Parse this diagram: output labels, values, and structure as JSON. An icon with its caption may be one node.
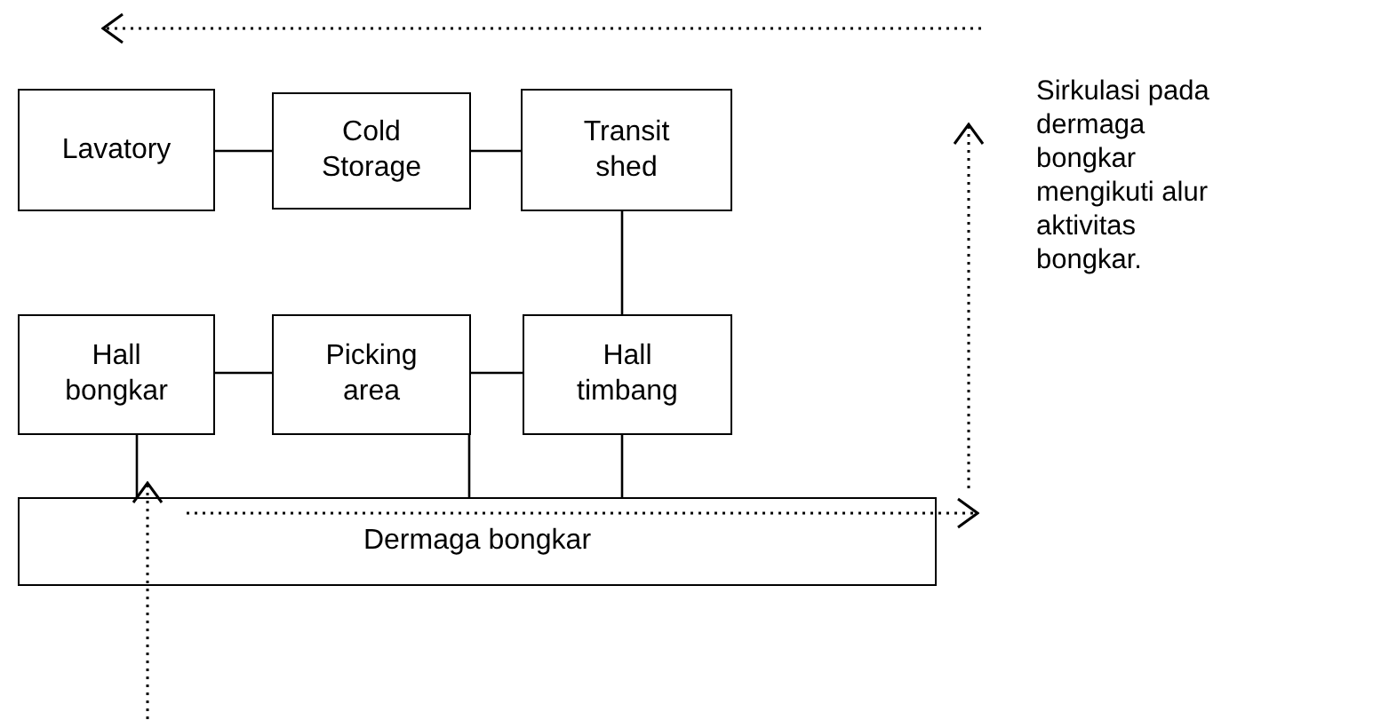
{
  "diagram": {
    "nodes": [
      {
        "text": [
          "Lavatory"
        ]
      },
      {
        "text": [
          "Cold Storage"
        ]
      },
      {
        "text": [
          "Transit shed"
        ]
      },
      {
        "text": [
          "Hall bongkar"
        ]
      },
      {
        "text": [
          "Picking area"
        ]
      },
      {
        "text": [
          "Hall timbang"
        ]
      },
      {
        "text": [
          "Dermaga bongkar"
        ]
      }
    ],
    "edges": [
      {
        "from": 0,
        "to": 1,
        "arrow": "none"
      },
      {
        "from": 1,
        "to": 2,
        "arrow": "none"
      },
      {
        "from": 2,
        "to": 5,
        "arrow": "none"
      },
      {
        "from": 3,
        "to": 4,
        "arrow": "none"
      },
      {
        "from": 4,
        "to": 5,
        "arrow": "none"
      },
      {
        "from": 3,
        "to": 6,
        "arrow": "none"
      },
      {
        "from": 4,
        "to": 6,
        "arrow": "none"
      },
      {
        "from": 5,
        "to": 6,
        "arrow": "none"
      }
    ],
    "labels": [
      "Sirkulasi pada dermaga bongkar mengikuti alur aktivitas bongkar."
    ]
  }
}
